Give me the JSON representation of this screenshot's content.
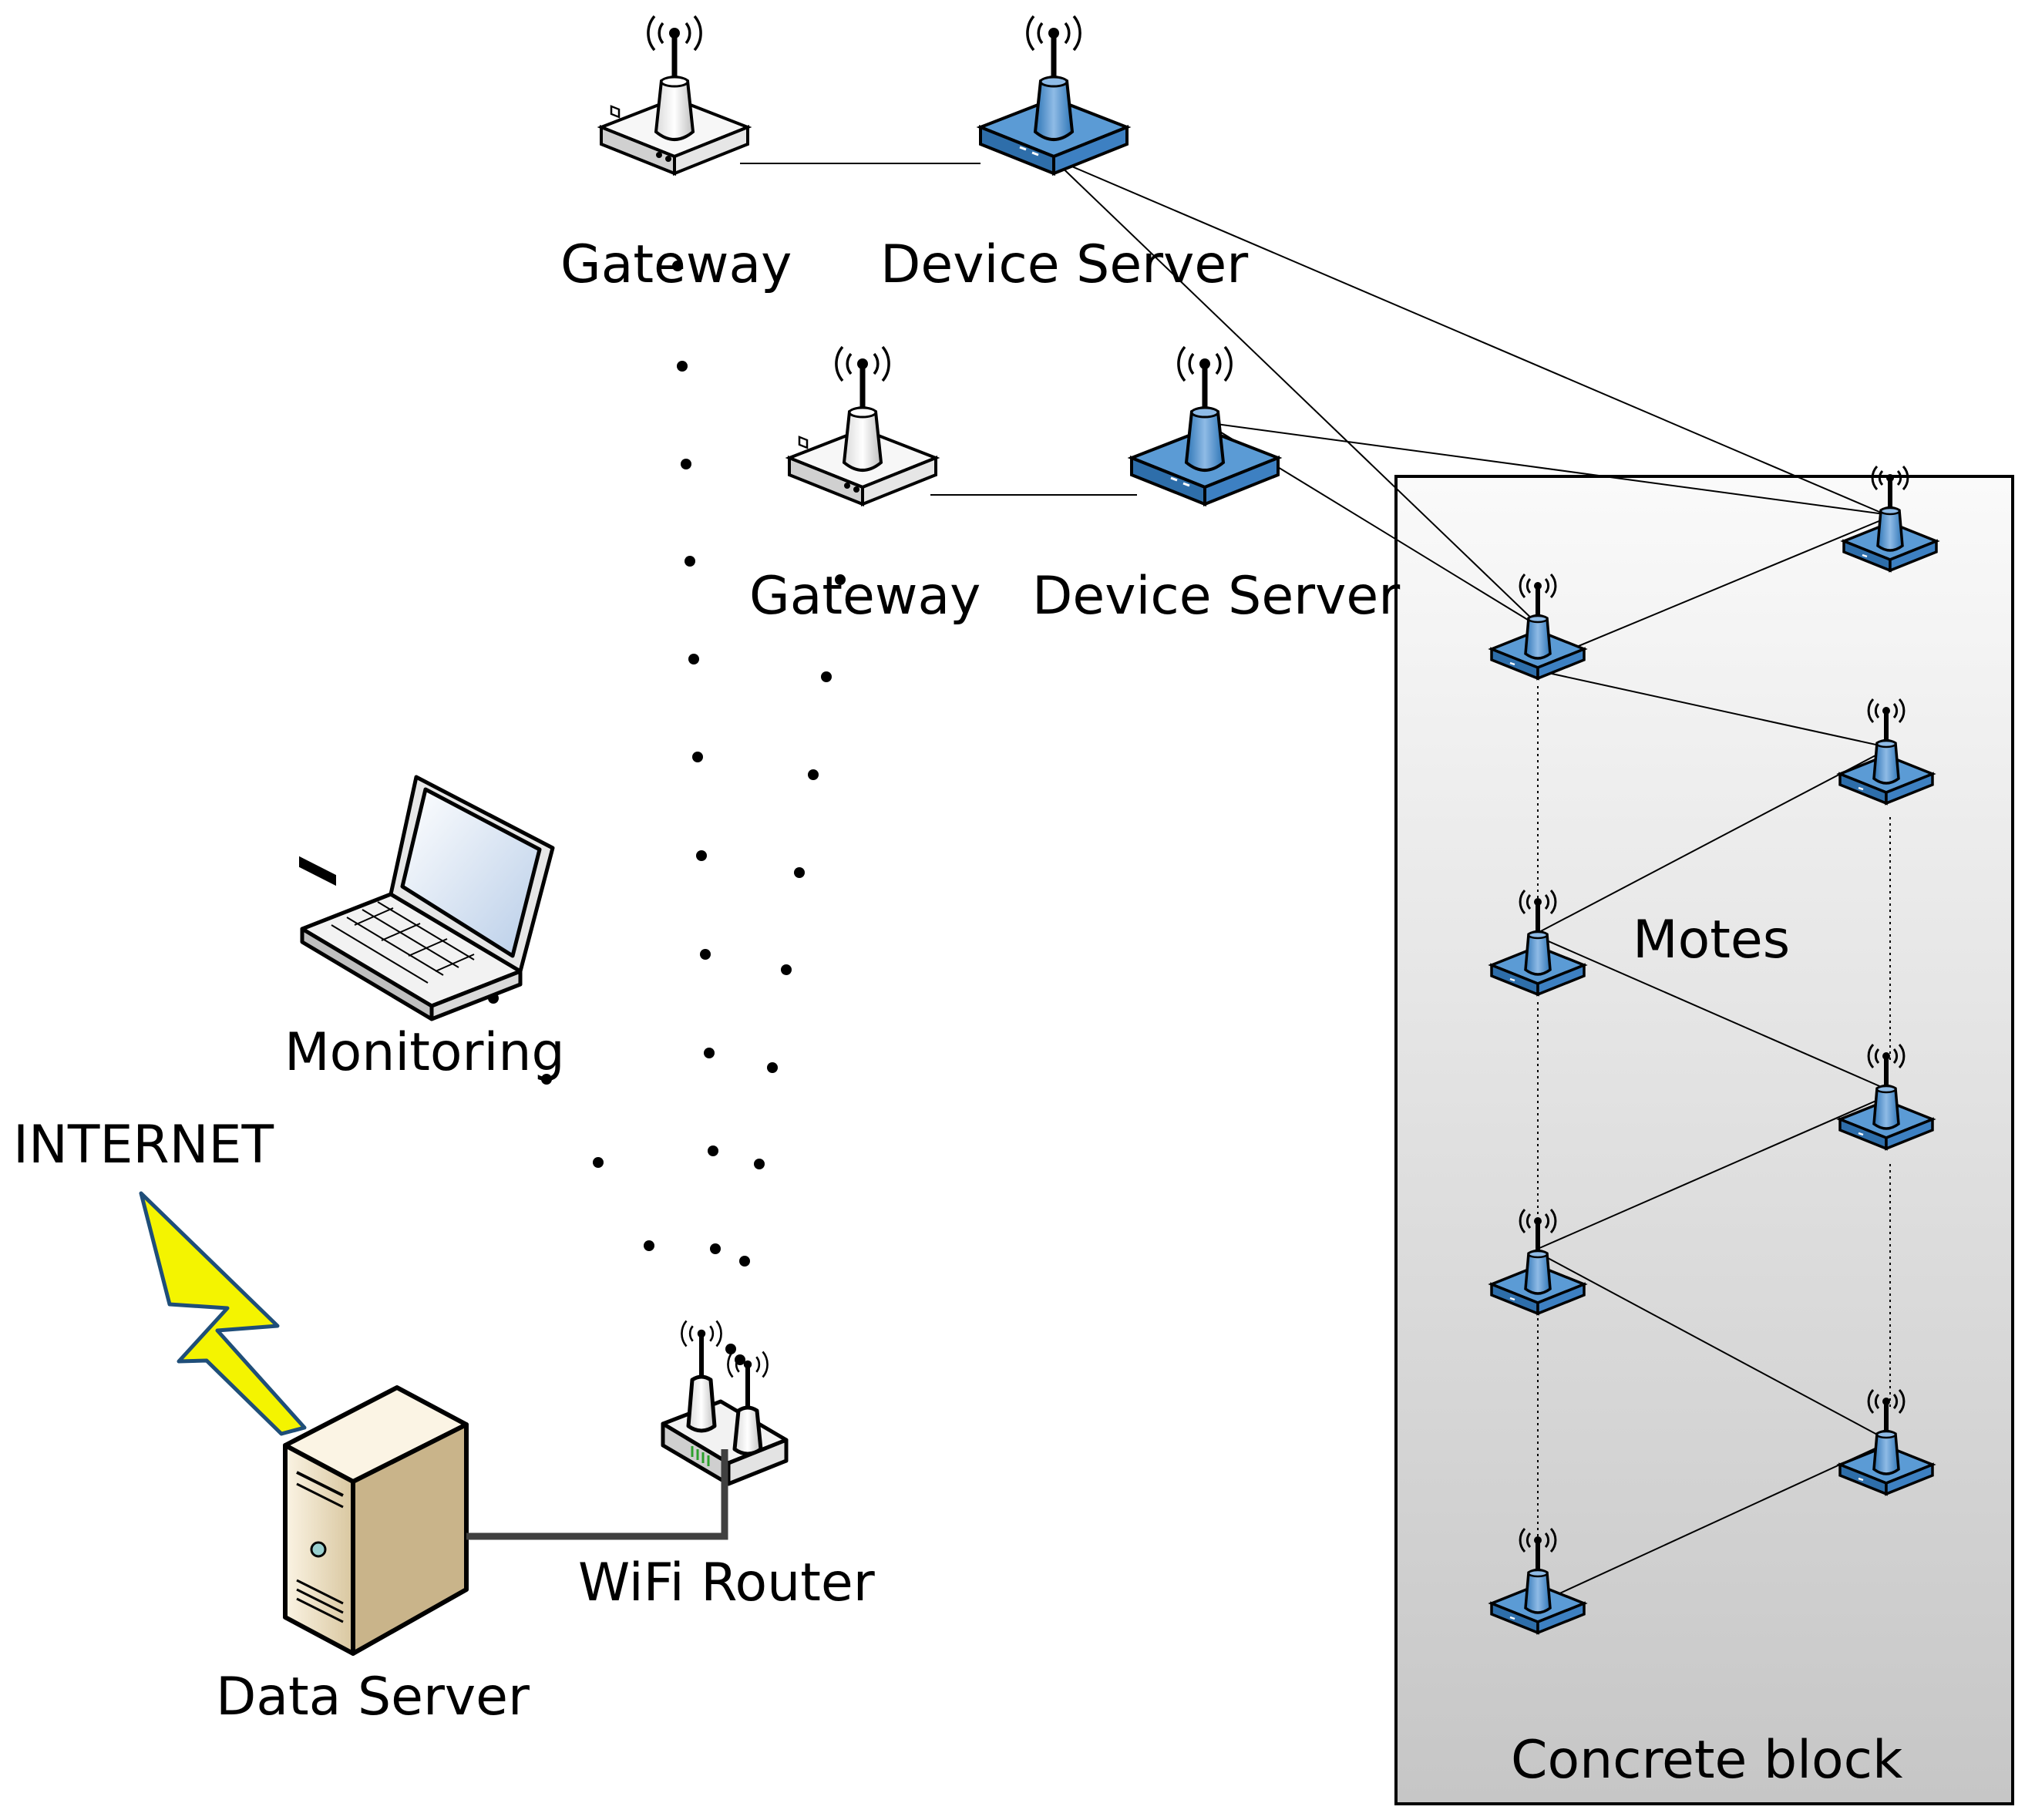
{
  "labels": {
    "gateway_top": "Gateway",
    "device_server_top": "Device Server",
    "gateway_mid": "Gateway",
    "device_server_mid": "Device Server",
    "monitoring": "Monitoring",
    "internet": "INTERNET",
    "data_server": "Data Server",
    "wifi_router": "WiFi Router",
    "motes": "Motes",
    "concrete_block": "Concrete block"
  },
  "colors": {
    "mote_blue": "#5b9bd5",
    "mote_blue_dark": "#2e75b6",
    "lightning_yellow": "#f4f400",
    "server_beige": "#f2e6c9",
    "block_gradient_top": "#fafafa",
    "block_gradient_bottom": "#c8c8c8",
    "device_gray": "#f2f2f2"
  },
  "icons": [
    "antenna-icon",
    "gateway-icon",
    "device-server-icon",
    "mote-icon",
    "laptop-icon",
    "server-tower-icon",
    "lightning-icon",
    "wifi-router-icon"
  ]
}
